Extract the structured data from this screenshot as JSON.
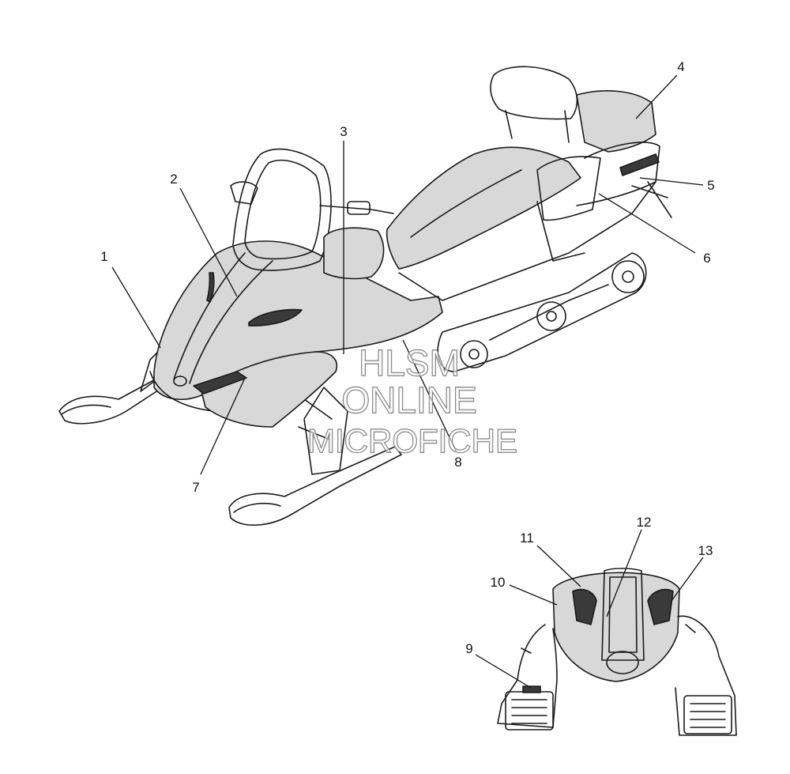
{
  "callouts": [
    {
      "id": "c1",
      "label": "1"
    },
    {
      "id": "c2",
      "label": "2"
    },
    {
      "id": "c3",
      "label": "3"
    },
    {
      "id": "c4",
      "label": "4"
    },
    {
      "id": "c5",
      "label": "5"
    },
    {
      "id": "c6",
      "label": "6"
    },
    {
      "id": "c7",
      "label": "7"
    },
    {
      "id": "c8",
      "label": "8"
    },
    {
      "id": "c9",
      "label": "9"
    },
    {
      "id": "c10",
      "label": "10"
    },
    {
      "id": "c11",
      "label": "11"
    },
    {
      "id": "c12",
      "label": "12"
    },
    {
      "id": "c13",
      "label": "13"
    }
  ],
  "watermark": {
    "line1": "HLSM",
    "line2": "ONLINE",
    "line3": "MICROFICHE"
  }
}
